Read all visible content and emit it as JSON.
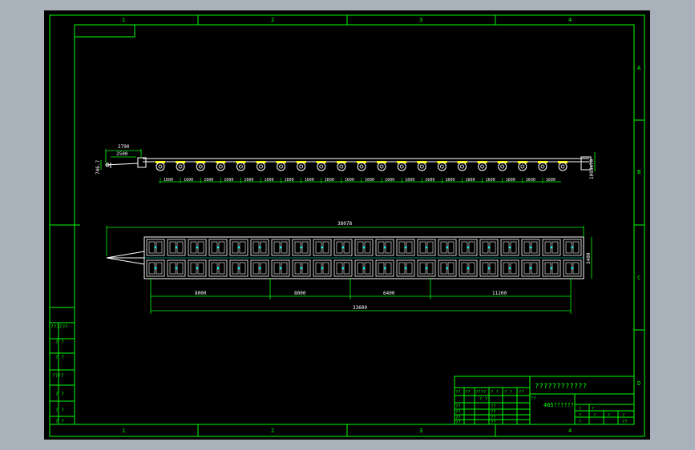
{
  "colors": {
    "background": "#a9b2bb",
    "sheet": "#000000",
    "frame": "#00ff00",
    "drawing": "#ffffff",
    "accent": "#ffff00",
    "hydraulic": "#00ffff"
  },
  "zones": {
    "columns": [
      "1",
      "2",
      "3",
      "4"
    ],
    "rows": [
      "A",
      "B",
      "C",
      "D"
    ]
  },
  "side_view": {
    "dims_top": [
      "2790",
      "2500"
    ],
    "dim_left": "746.7",
    "dim_right": "1095±70",
    "axle_spacings": [
      "1600",
      "1600",
      "1600",
      "1600",
      "1600",
      "1600",
      "1600",
      "1600",
      "1600",
      "1600",
      "1600",
      "1600",
      "1600",
      "1600",
      "1600",
      "1600",
      "1600",
      "1600",
      "1600",
      "1600"
    ]
  },
  "plan_view": {
    "overall_length": "38078",
    "width": "3400",
    "segments": [
      "8000",
      "8000",
      "6400",
      "11200"
    ],
    "total": "33600"
  },
  "left_block": {
    "labels": [
      "??????",
      "?  ?",
      "?  ?",
      "????",
      "?  ?",
      "?  ?",
      "?  ?"
    ]
  },
  "title_block": {
    "title": "????????????",
    "subtitle": "465??????",
    "header_cells": [
      "??",
      "??",
      "????",
      "?  ?",
      "?  ?",
      "??",
      "?  ?"
    ],
    "grid_cells": [
      "??",
      "??",
      "??",
      "??",
      "??",
      "??",
      "??",
      "??",
      "??"
    ],
    "right_cells": [
      "?",
      "?",
      "?",
      "?",
      "?",
      "?",
      "?",
      "??"
    ]
  }
}
